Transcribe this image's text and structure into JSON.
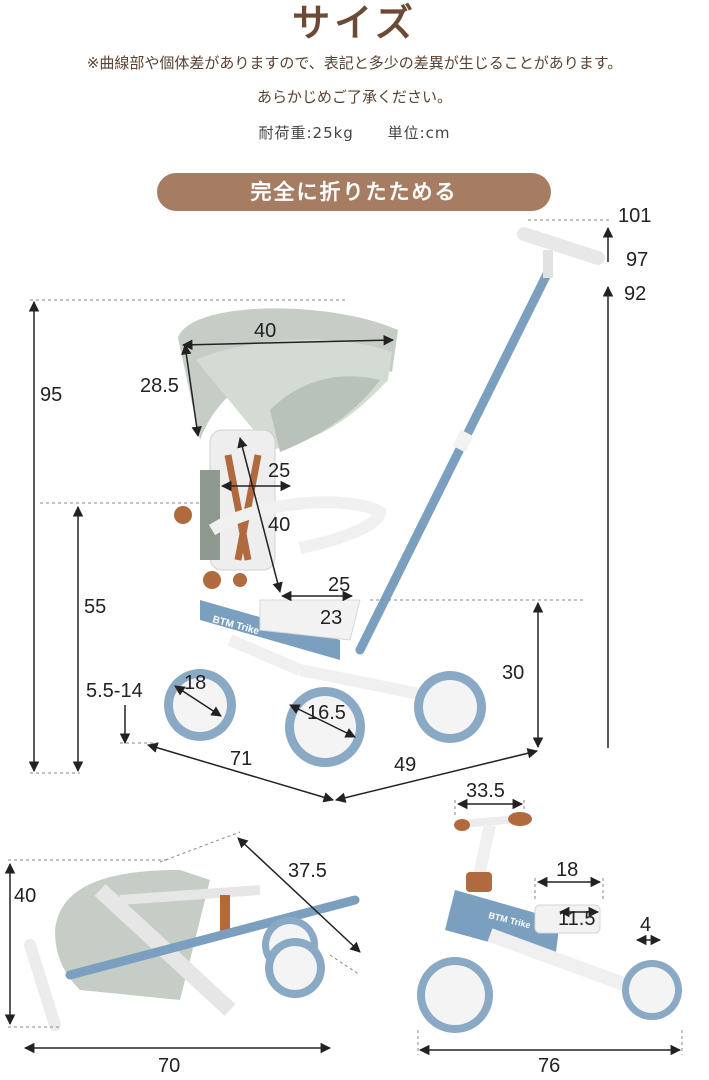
{
  "header": {
    "title": "サイズ",
    "note_line1": "※曲線部や個体差がありますので、表記と多少の差異が生じることがあります。",
    "note_line2": "あらかじめご了承ください。",
    "load_capacity": "耐荷重:25kg",
    "unit": "単位:cm"
  },
  "banner": {
    "label": "完全に折りたためる"
  },
  "product": {
    "brand_label": "BTM Trike"
  },
  "trike_dims": {
    "handle_h_max": "101",
    "handle_h_mid": "97",
    "handle_h_min": "92",
    "canopy_width": "40",
    "canopy_depth": "28.5",
    "total_height": "95",
    "backrest_width": "25",
    "backrest_height": "40",
    "seat_width": "25",
    "seat_depth": "23",
    "seat_height": "55",
    "rear_seat_height": "30",
    "footrest": "5.5-14",
    "front_wheel": "18",
    "rear_wheel": "16.5",
    "length": "71",
    "width": "49"
  },
  "folded_dims": {
    "height": "40",
    "diagonal": "37.5",
    "length": "70"
  },
  "balance_dims": {
    "handlebar_width": "33.5",
    "seat_length": "18",
    "seat_width": "11.5",
    "wheel_width": "4",
    "length": "76"
  },
  "colors": {
    "title": "#6b4a36",
    "banner": "#a67d62",
    "frame_blue": "#7b9fbf",
    "canopy": "#c5cdc6",
    "brown": "#b06a3e"
  }
}
